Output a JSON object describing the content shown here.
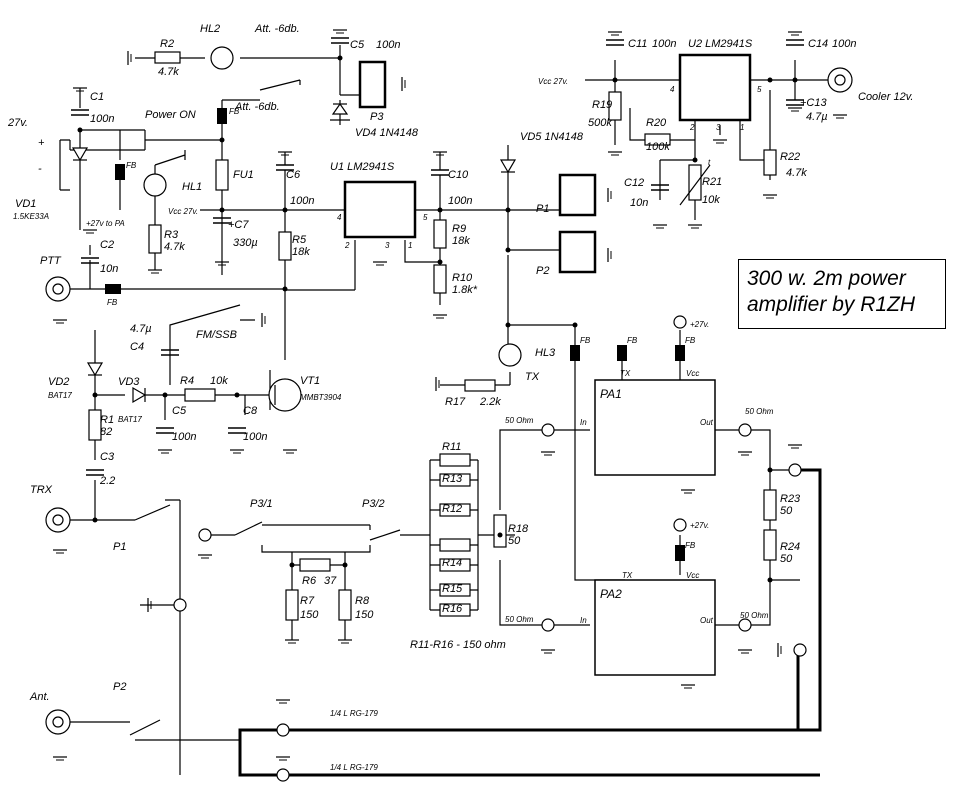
{
  "title": {
    "line1": "300 w. 2m power",
    "line2": "amplifier  by R1ZH"
  },
  "components": {
    "R1": [
      "R1",
      "82"
    ],
    "R2": [
      "R2",
      "4.7k"
    ],
    "R3": [
      "R3",
      "4.7k"
    ],
    "R4": [
      "R4",
      "10k"
    ],
    "R5": [
      "R5",
      "18k"
    ],
    "R6": [
      "R6",
      "37"
    ],
    "R7": [
      "R7",
      "150"
    ],
    "R8": [
      "R8",
      "150"
    ],
    "R9": [
      "R9",
      "18k"
    ],
    "R10": [
      "R10",
      "1.8k*"
    ],
    "R11": [
      "R11"
    ],
    "R12": [
      "R12"
    ],
    "R13": [
      "R13"
    ],
    "R14": [
      "R14"
    ],
    "R15": [
      "R15"
    ],
    "R16": [
      "R16"
    ],
    "R17": [
      "R17",
      "2.2k"
    ],
    "R18": [
      "R18",
      "50"
    ],
    "R19": [
      "R19",
      "500k"
    ],
    "R20": [
      "R20",
      "100k"
    ],
    "R21": [
      "R21",
      "10k"
    ],
    "R22": [
      "R22",
      "4.7k"
    ],
    "R23": [
      "R23",
      "50"
    ],
    "R24": [
      "R24",
      "50"
    ],
    "C1": [
      "C1",
      "100n"
    ],
    "C2": [
      "C2",
      "10n"
    ],
    "C3": [
      "C3",
      "2.2"
    ],
    "C4": [
      "C4",
      "4.7µ"
    ],
    "C5a": [
      "C5",
      "100n"
    ],
    "C5b": [
      "C5",
      "100n"
    ],
    "C6": [
      "C6",
      "100n"
    ],
    "C7": [
      "+C7",
      "330µ"
    ],
    "C8": [
      "C8",
      "100n"
    ],
    "C10": [
      "C10",
      "100n"
    ],
    "C11": [
      "C11",
      "100n"
    ],
    "C12": [
      "C12",
      "10n"
    ],
    "C13": [
      "+C13",
      "4.7µ"
    ],
    "C14": [
      "C14",
      "100n"
    ],
    "U1": "U1 LM2941S",
    "U2": "U2 LM2941S",
    "VD1": [
      "VD1",
      "1.5KE33A"
    ],
    "VD2": [
      "VD2",
      "BAT17"
    ],
    "VD3": [
      "VD3",
      "BAT17"
    ],
    "VD4": "VD4 1N4148",
    "VD5": "VD5 1N4148",
    "VT1": [
      "VT1",
      "MMBT3904"
    ],
    "HL1": "HL1",
    "HL2": "HL2",
    "HL3": "HL3",
    "FU1": "FU1",
    "P1": "P1",
    "P2": "P2",
    "P3": "P3",
    "P31": "P3/1",
    "P32": "P3/2",
    "PA1": "PA1",
    "PA2": "PA2"
  },
  "labels": {
    "att1": "Att. -6db.",
    "att2": "Att. -6db.",
    "power_on": "Power ON",
    "v27": "27v.",
    "plus": "+",
    "minus": "-",
    "to_pa": "+27v to PA",
    "vcc_u1": "Vcc 27v.",
    "vcc_u2": "Vcc 27v.",
    "cooler": "Cooler 12v.",
    "ptt": "PTT",
    "trx": "TRX",
    "ant": "Ant.",
    "fm_ssb": "FM/SSB",
    "tx": "TX",
    "fb": "FB",
    "r11_r16": "R11-R16 - 150 ohm",
    "ohm50": "50 Ohm",
    "in": "In",
    "out": "Out",
    "tx_pin": "TX",
    "vcc_pin": "Vcc",
    "plus27": "+27v.",
    "rg179": "1/4 L RG-179",
    "tcoef": "t",
    "pin1": "1",
    "pin2": "2",
    "pin3": "3",
    "pin4": "4",
    "pin5": "5"
  }
}
